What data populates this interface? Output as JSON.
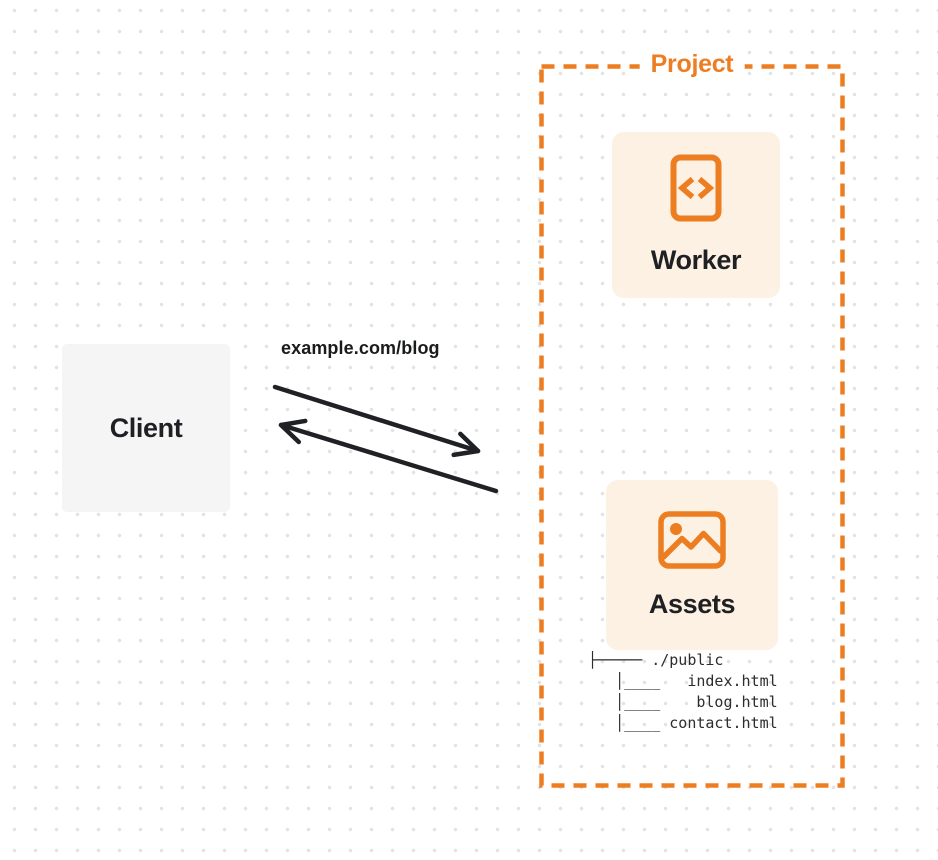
{
  "client": {
    "label": "Client"
  },
  "request": {
    "label": "example.com/blog"
  },
  "project": {
    "label": "Project",
    "worker": {
      "label": "Worker",
      "icon": "code-file-icon"
    },
    "assets": {
      "label": "Assets",
      "icon": "image-icon"
    },
    "file_tree": [
      "├───── ./public",
      "   │____   index.html",
      "   │____    blog.html",
      "   │____ contact.html"
    ]
  },
  "colors": {
    "accent_orange": "#ED7D21",
    "card_peach": "#FDF1E4",
    "client_gray": "#F5F5F6",
    "arrow_dark": "#202124",
    "text_dark": "#1F2023",
    "dot_grid": "#E3E3E6"
  }
}
